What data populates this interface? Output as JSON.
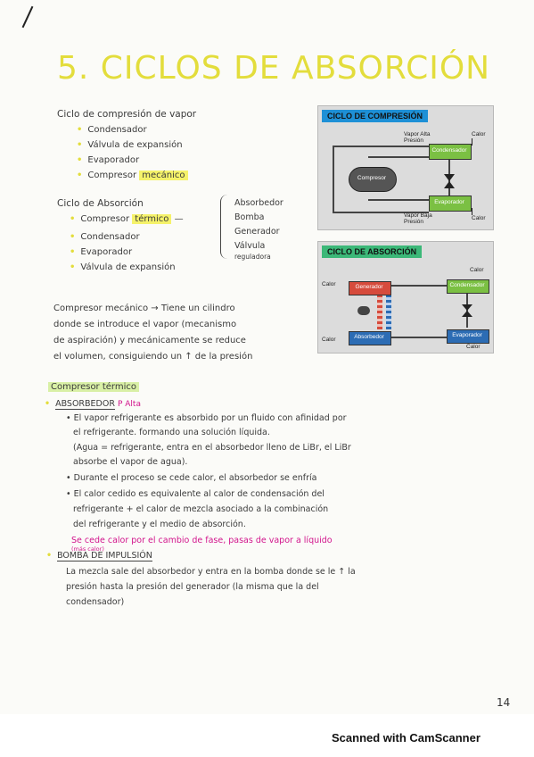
{
  "title": "5. CICLOS DE ABSORCIÓN",
  "compression_section": {
    "heading": "Ciclo de compresión de vapor",
    "items": [
      "Condensador",
      "Válvula de expansión",
      "Evaporador"
    ],
    "last_item_prefix": "Compresor",
    "last_item_highlight": "mecánico"
  },
  "absorption_section": {
    "heading": "Ciclo de Absorción",
    "first_item_prefix": "Compresor",
    "first_item_highlight": "térmico",
    "items": [
      "Condensador",
      "Evaporador",
      "Válvula de expansión"
    ],
    "brace_items": [
      "Absorbedor",
      "Bomba",
      "Generador",
      "Válvula",
      "reguladora"
    ]
  },
  "mechanical_note": {
    "lines": [
      "Compresor mecánico → Tiene un cilindro",
      "donde se introduce el vapor (mecanismo",
      "de aspiración) y mecánicamente se reduce",
      "el volumen, consiguiendo un ↑ de la presión"
    ]
  },
  "thermal_section": {
    "heading": "Compresor térmico",
    "absorbedor_heading": "ABSORBEDOR",
    "absorbedor_note": "P Alta",
    "absorbedor_lines": [
      "El vapor refrigerante es absorbido por un fluido con afinidad por",
      "el refrigerante. formando una solución líquida.",
      "(Agua = refrigerante, entra en el absorbedor lleno de LiBr, el LiBr",
      "absorbe el vapor de agua)."
    ],
    "bullet2": "Durante el proceso se cede calor, el absorbedor se enfría",
    "bullet3_lines": [
      "El calor cedido es equivalente al calor de condensación del",
      "refrigerante + el calor de mezcla asociado a la combinación",
      "del refrigerante y el medio de absorción."
    ],
    "pink_note": "Se cede calor por el cambio de fase, pasas de vapor a líquido",
    "pink_note_small": "(más calor)",
    "bomba_heading": "BOMBA DE IMPULSIÓN",
    "bomba_lines": [
      "La mezcla sale del absorbedor y entra en la bomba donde se le ↑ la",
      "presión hasta la presión del generador (la misma que la del",
      "condensador)"
    ]
  },
  "diagram_compression": {
    "header": "CICLO DE COMPRESIÓN",
    "header_color": "#1e90d6",
    "labels": {
      "vapor_alta": "Vapor Alta Presión",
      "vapor_baja": "Vapor Baja Presión",
      "condensador": "Condensador",
      "compresor": "Compresor",
      "evaporador": "Evaporador",
      "calor_top": "Calor",
      "calor_bottom": "Calor"
    }
  },
  "diagram_absorption": {
    "header": "CICLO DE ABSORCIÓN",
    "header_color": "#3cb878",
    "labels": {
      "generador": "Generador",
      "condensador": "Condensador",
      "absorbedor": "Absorbedor",
      "evaporador": "Evaporador",
      "calor_gen": "Calor",
      "calor_cond": "Calor",
      "calor_abs": "Calor",
      "calor_evap": "Calor"
    }
  },
  "page_number": "14",
  "footer": "Scanned with CamScanner"
}
